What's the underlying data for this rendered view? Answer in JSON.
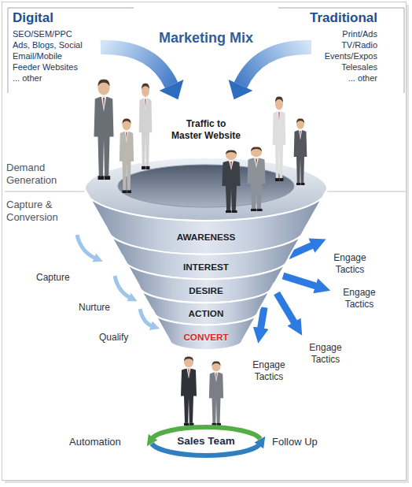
{
  "diagram": {
    "title": "Marketing Mix",
    "nodes": [
      {
        "text": [
          "AWARENESS"
        ]
      },
      {
        "text": [
          "INTEREST"
        ]
      },
      {
        "text": [
          "DESIRE"
        ]
      },
      {
        "text": [
          "ACTION"
        ]
      },
      {
        "text": [
          "CONVERT"
        ]
      },
      {
        "text": [
          "Sales Team"
        ]
      }
    ],
    "labels": [
      "Digital",
      "SEO/SEM/PPC",
      "Ads, Blogs, Social",
      "Email/Mobile",
      "Feeder Websites",
      "... other",
      "Traditional",
      "Print/Ads",
      "TV/Radio",
      "Events/Expos",
      "Telesales",
      "... other",
      "Traffic to Master Website",
      "Demand Generation",
      "Capture & Conversion",
      "Engage Tactics",
      "Capture",
      "Engage Tactics",
      "Nurture",
      "Engage Tactics",
      "Qualify",
      "Engage Tactics",
      "Automation",
      "Follow Up"
    ]
  }
}
